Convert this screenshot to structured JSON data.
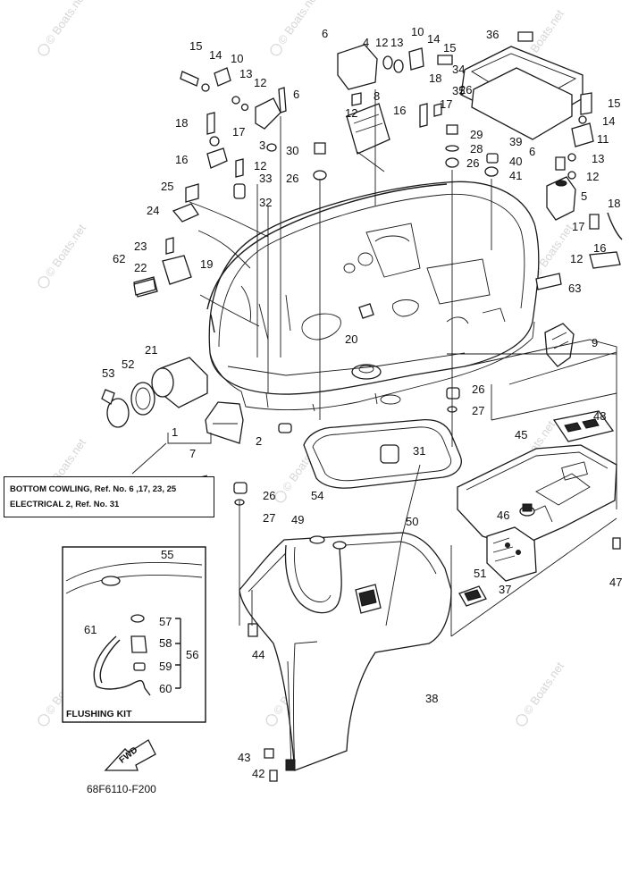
{
  "reference_note": {
    "line1": "BOTTOM COWLING, Ref. No. 6 ,17, 23,  25",
    "line2": "ELECTRICAL 2,  Ref.  No. 31"
  },
  "inset_title": "FLUSHING KIT",
  "diagram_code": "68F6110-F200",
  "fwd_label": "FWD",
  "watermark_text": "© Boats.net",
  "callouts": [
    "1",
    "2",
    "3",
    "4",
    "5",
    "6",
    "6",
    "6",
    "7",
    "8",
    "9",
    "10",
    "10",
    "11",
    "12",
    "12",
    "12",
    "12",
    "12",
    "12",
    "13",
    "13",
    "13",
    "14",
    "14",
    "14",
    "15",
    "15",
    "15",
    "16",
    "16",
    "16",
    "17",
    "17",
    "17",
    "18",
    "18",
    "18",
    "19",
    "20",
    "21",
    "22",
    "23",
    "24",
    "25",
    "26",
    "26",
    "26",
    "26",
    "26",
    "27",
    "27",
    "28",
    "29",
    "30",
    "31",
    "32",
    "33",
    "34",
    "35",
    "36",
    "37",
    "38",
    "39",
    "40",
    "41",
    "42",
    "43",
    "44",
    "45",
    "46",
    "47",
    "48",
    "49",
    "50",
    "51",
    "52",
    "53",
    "54",
    "55",
    "56",
    "57",
    "58",
    "59",
    "60",
    "61",
    "62",
    "63"
  ]
}
